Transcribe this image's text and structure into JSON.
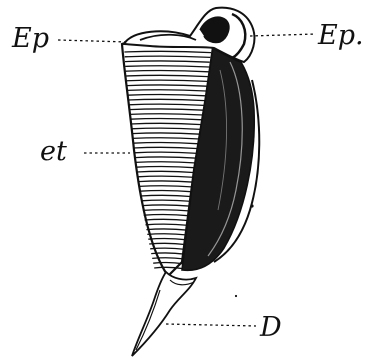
{
  "labels": {
    "ep_left": "Ep",
    "ep_right": "Ep.",
    "et": "et",
    "d": "D"
  },
  "colors": {
    "ink": "#111111",
    "paper": "#ffffff"
  }
}
